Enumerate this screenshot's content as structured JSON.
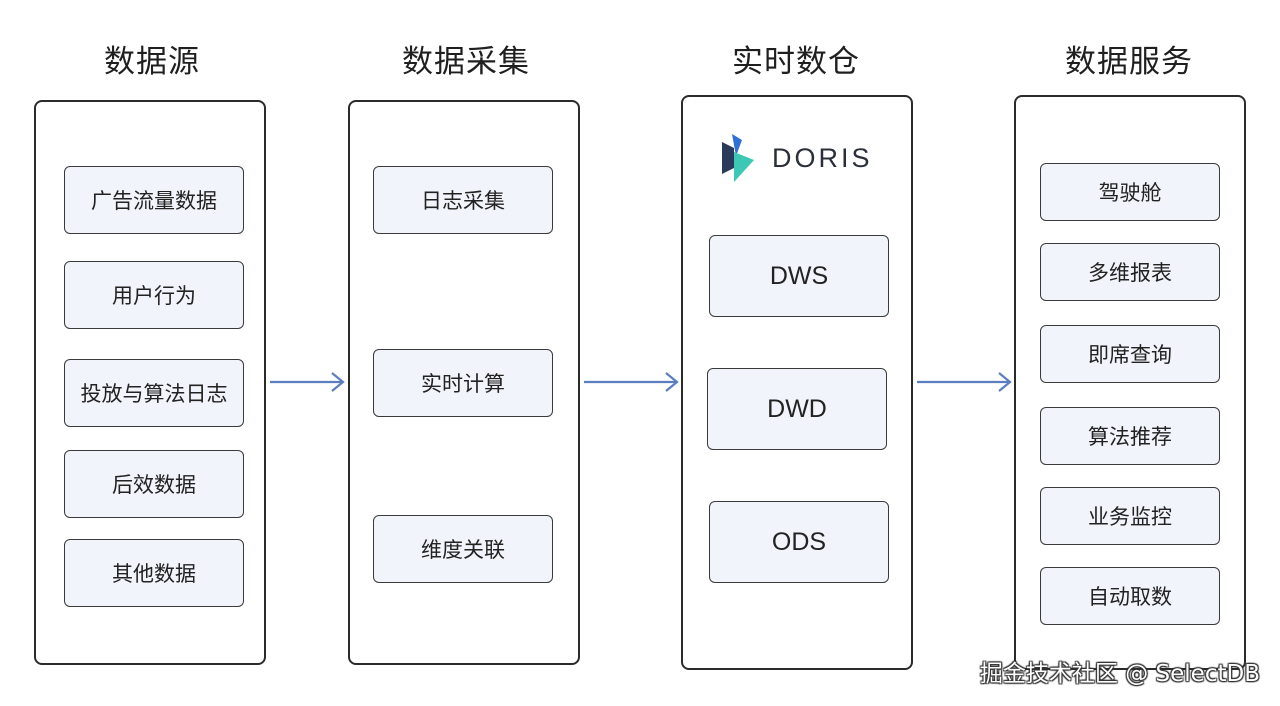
{
  "columns": {
    "source": {
      "title": "数据源",
      "items": [
        "广告流量数据",
        "用户行为",
        "投放与算法日志",
        "后效数据",
        "其他数据"
      ]
    },
    "collect": {
      "title": "数据采集",
      "items": [
        "日志采集",
        "实时计算",
        "维度关联"
      ]
    },
    "warehouse": {
      "title": "实时数仓",
      "logo_text": "DORIS",
      "items": [
        "DWS",
        "DWD",
        "ODS"
      ]
    },
    "service": {
      "title": "数据服务",
      "items": [
        "驾驶舱",
        "多维报表",
        "即席查询",
        "算法推荐",
        "业务监控",
        "自动取数"
      ]
    }
  },
  "watermark": "掘金技术社区 @ SelectDB",
  "colors": {
    "arrow": "#5a7ec0",
    "node_fill": "#f2f4fb",
    "border": "#2b2b2b",
    "logo_dark": "#2a3a5a",
    "logo_teal": "#3cc8b4",
    "logo_blue": "#2f6fd6"
  }
}
